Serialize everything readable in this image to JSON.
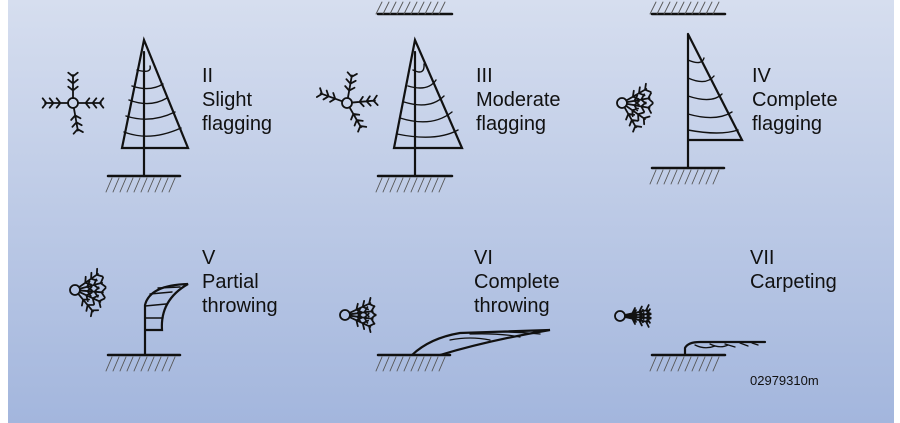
{
  "stages": [
    {
      "numeral": "II",
      "lines": [
        "Slight",
        "flagging"
      ]
    },
    {
      "numeral": "III",
      "lines": [
        "Moderate",
        "flagging"
      ]
    },
    {
      "numeral": "IV",
      "lines": [
        "Complete",
        "flagging"
      ]
    },
    {
      "numeral": "V",
      "lines": [
        "Partial",
        "throwing"
      ]
    },
    {
      "numeral": "VI",
      "lines": [
        "Complete",
        "throwing"
      ]
    },
    {
      "numeral": "VII",
      "lines": [
        "Carpeting"
      ]
    }
  ],
  "figure_code": "02979310m",
  "colors": {
    "ink": "#111111",
    "bg_top": "#d6deef",
    "bg_bottom": "#a3b6dd"
  }
}
